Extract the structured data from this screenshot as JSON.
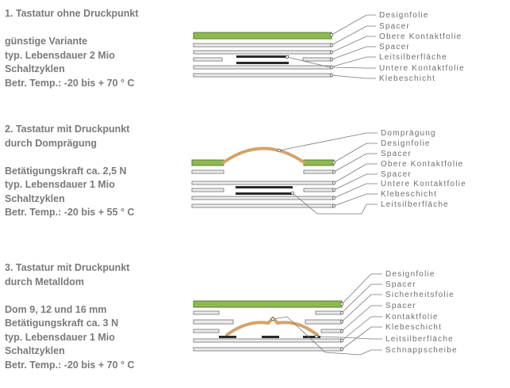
{
  "sections": [
    {
      "title_lines": [
        "1. Tastatur ohne Druckpunkt"
      ],
      "desc_lines": [
        "günstige Variante",
        "typ. Lebensdauer 2 Mio",
        "Schaltzyklen",
        "Betr. Temp.: -20 bis + 70 ° C"
      ],
      "labels": [
        "Designfolie",
        "Spacer",
        "Obere Kontaktfolie",
        "Spacer",
        "Leitsilberfläche",
        "Untere Kontaktfolie",
        "Klebeschicht"
      ]
    },
    {
      "title_lines": [
        "2. Tastatur mit Druckpunkt",
        "durch Domprägung"
      ],
      "desc_lines": [
        "Betätigungskraft ca. 2,5 N",
        "typ. Lebensdauer 1 Mio",
        "Schaltzyklen",
        "Betr. Temp.: -20 bis + 55 ° C"
      ],
      "labels": [
        "Domprägung",
        "Designfolie",
        "Spacer",
        "Obere Kontaktfolie",
        "Spacer",
        "Untere Kontaktfolie",
        "Klebeschicht",
        "Leitsilberfläche"
      ]
    },
    {
      "title_lines": [
        "3. Tastatur mit Druckpunkt",
        "durch Metalldom"
      ],
      "desc_lines": [
        "Dom 9, 12 und 16 mm",
        "Betätigungskraft ca. 3 N",
        "typ. Lebensdauer 1 Mio",
        "Schaltzyklen",
        "Betr. Temp.: -20 bis + 70 ° C"
      ],
      "labels": [
        "Designfolie",
        "Spacer",
        "Sicherheitsfolie",
        "Spacer",
        "Kontaktfolie",
        "Klebeschicht",
        "Leitsilberfläche",
        "Schnappscheibe"
      ]
    }
  ],
  "colors": {
    "design_foil": "#8cba50",
    "dome": "#d4a36a",
    "layer_fill": "#ececea",
    "layer_stroke": "#8a8a8a",
    "silver": "#2a2a2a",
    "text": "#7a7a7a"
  }
}
